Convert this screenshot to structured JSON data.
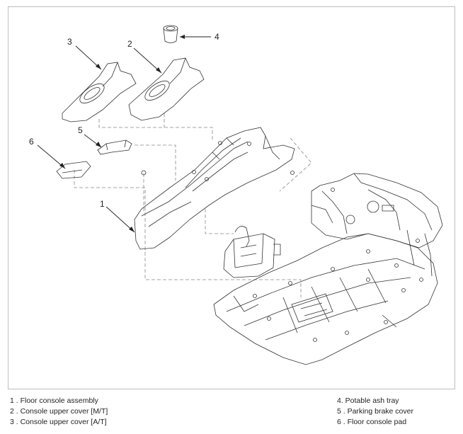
{
  "callouts": {
    "c1": "1",
    "c2": "2",
    "c3": "3",
    "c4": "4",
    "c5": "5",
    "c6": "6"
  },
  "legend": {
    "left": [
      "1 . Floor console assembly",
      "2 . Console upper cover [M/T]",
      "3 . Console upper cover [A/T]"
    ],
    "right": [
      "4. Potable ash tray",
      "5 . Parking brake cover",
      "6 . Floor console pad"
    ]
  }
}
